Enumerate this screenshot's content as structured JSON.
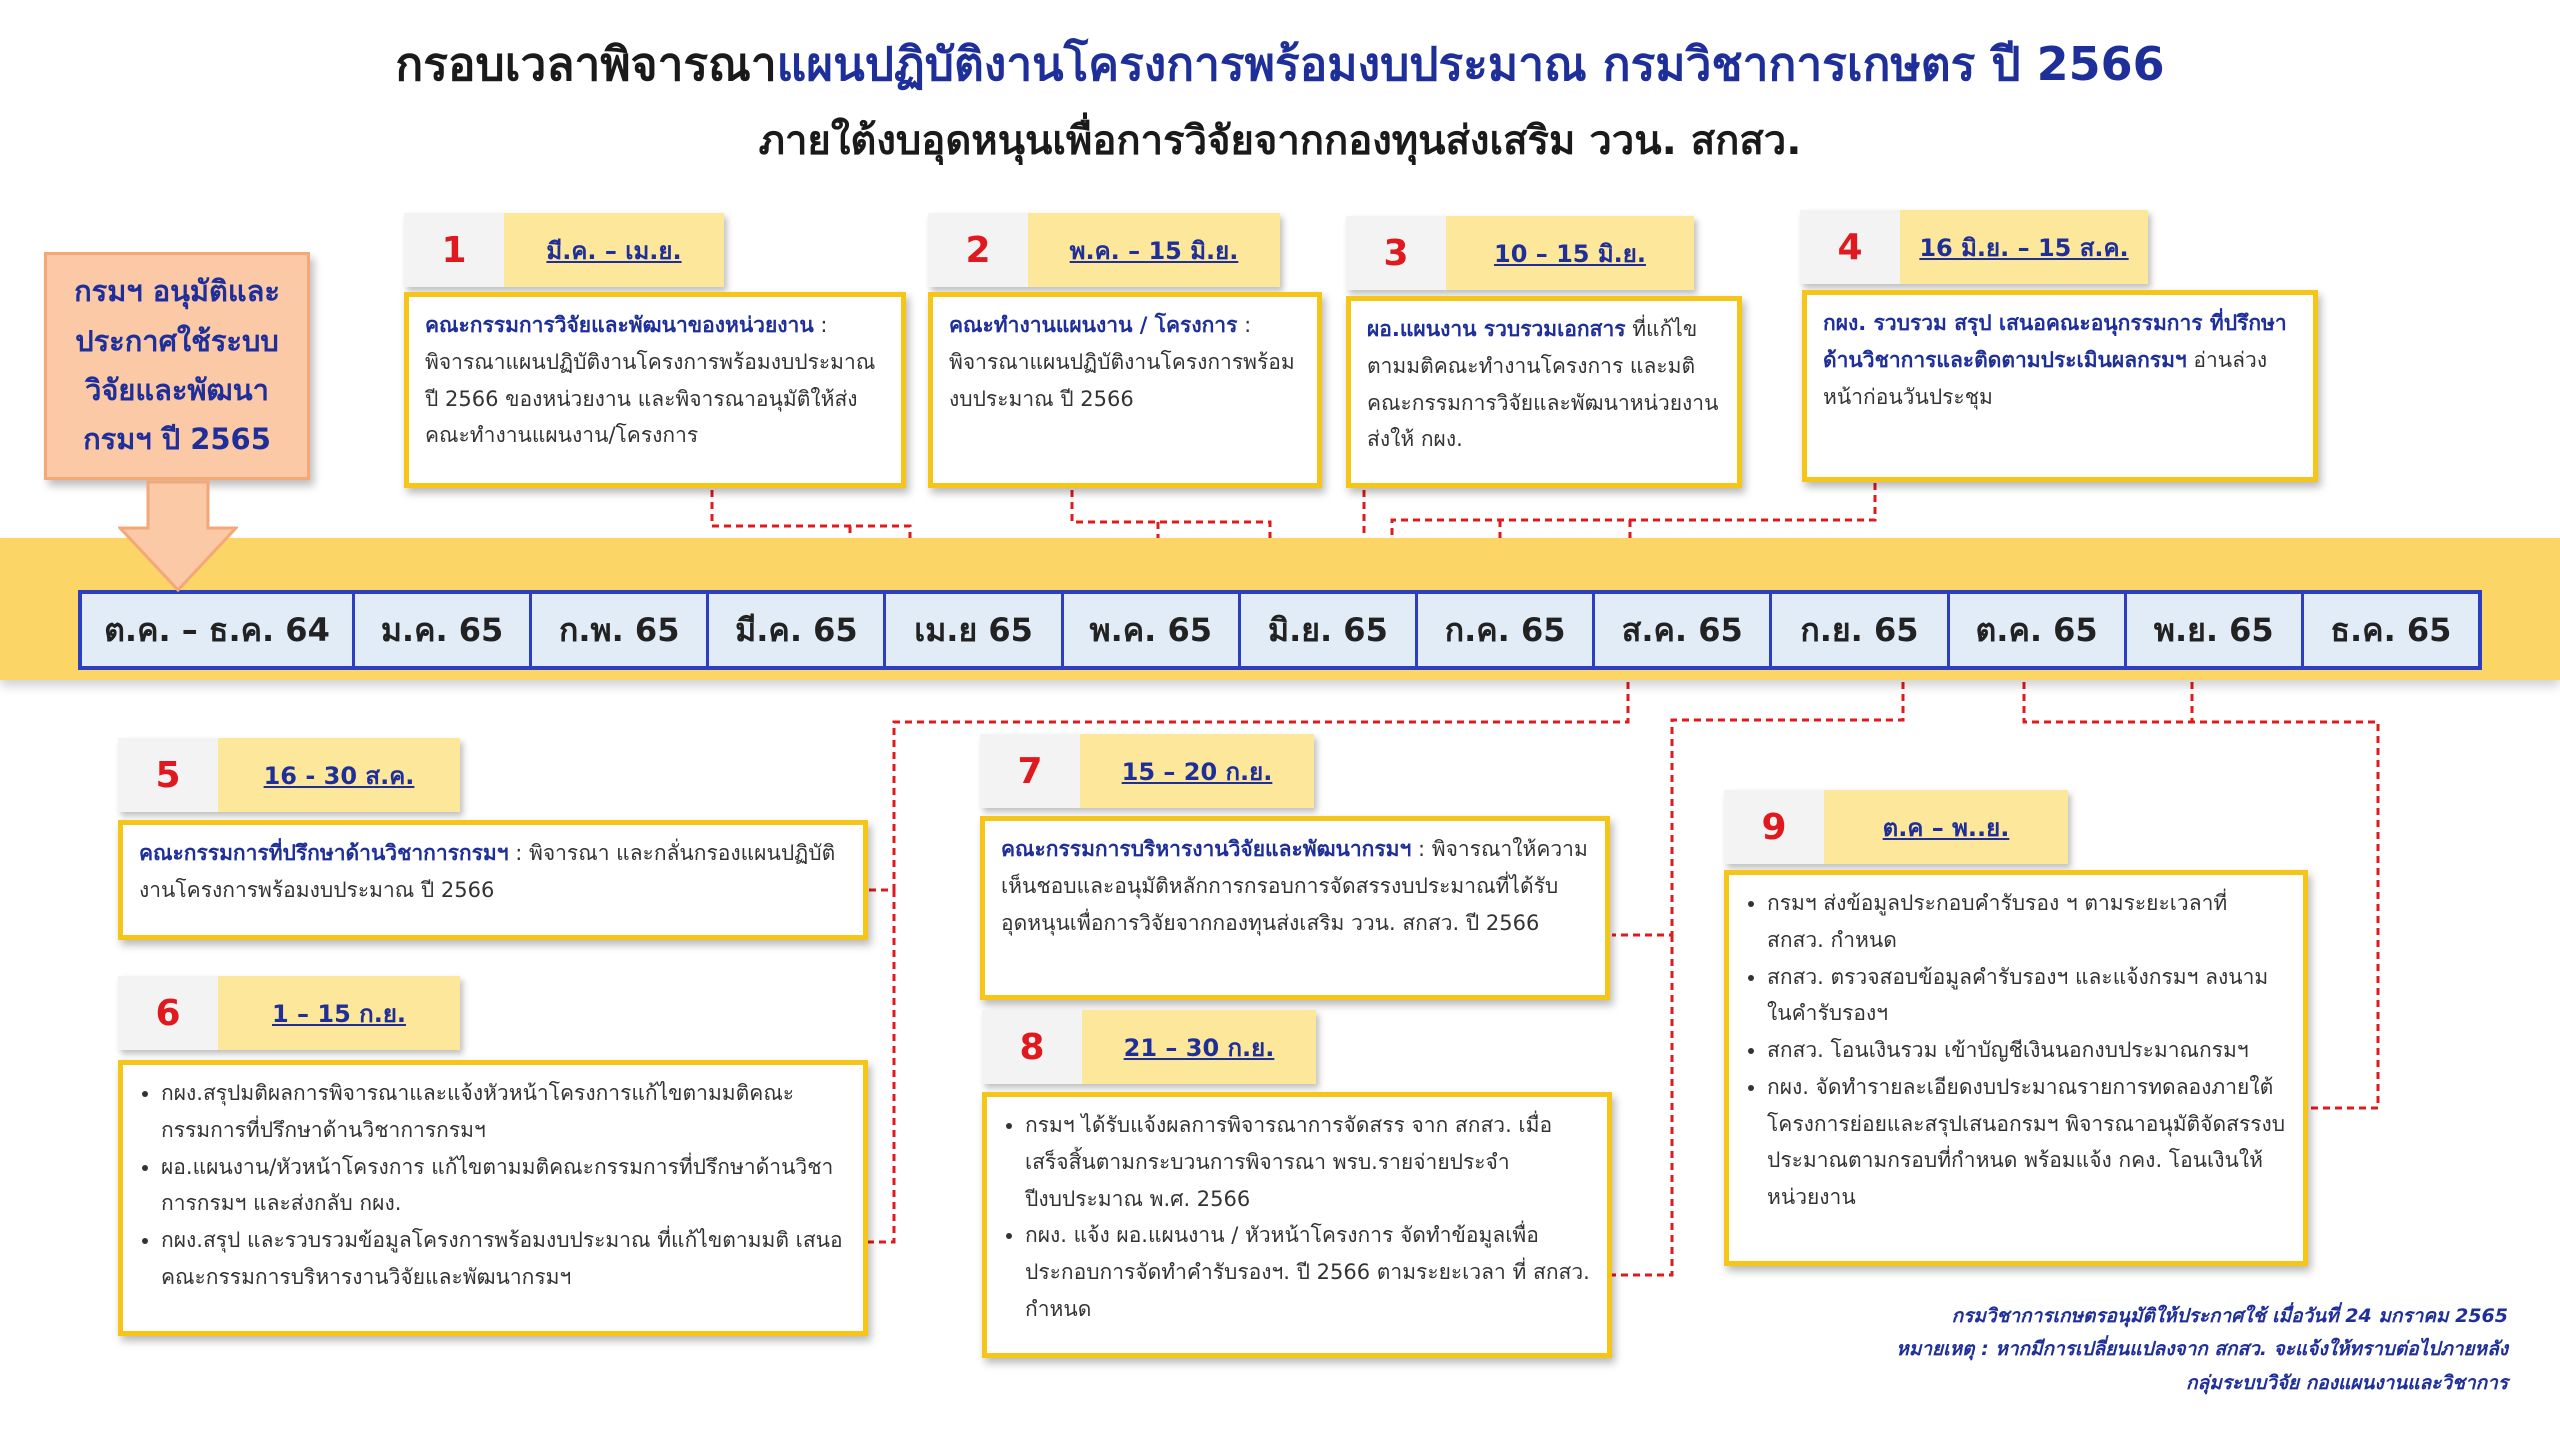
{
  "header": {
    "title_prefix": "กรอบเวลาพิจารณา",
    "title_highlight": "แผนปฏิบัติงานโครงการพร้อมงบประมาณ กรมวิชาการเกษตร ปี 2566",
    "subtitle": "ภายใต้งบอุดหนุนเพื่อการวิจัยจากกองทุนส่งเสริม ววน. สกสว."
  },
  "approval_note": "กรมฯ อนุมัติและประกาศใช้ระบบวิจัยและพัฒนา กรมฯ ปี 2565",
  "timeline": [
    "ต.ค. – ธ.ค. 64",
    "ม.ค. 65",
    "ก.พ. 65",
    "มี.ค. 65",
    "เม.ย 65",
    "พ.ค. 65",
    "มิ.ย. 65",
    "ก.ค. 65",
    "ส.ค. 65",
    "ก.ย. 65",
    "ต.ค. 65",
    "พ.ย. 65",
    "ธ.ค. 65"
  ],
  "steps": [
    {
      "num": "1",
      "dates": "มี.ค. – เม.ย.",
      "lead": "คณะกรรมการวิจัยและพัฒนาของหน่วยงาน",
      "text": " : พิจารณาแผนปฏิบัติงานโครงการพร้อมงบประมาณ ปี 2566 ของหน่วยงาน และพิจารณาอนุมัติให้ส่งคณะทำงานแผนงาน/โครงการ"
    },
    {
      "num": "2",
      "dates": "พ.ค. – 15 มิ.ย.",
      "lead": "คณะทำงานแผนงาน / โครงการ",
      "text": " : พิจารณาแผนปฏิบัติงานโครงการพร้อมงบประมาณ ปี 2566"
    },
    {
      "num": "3",
      "dates": "10 – 15 มิ.ย.",
      "lead": "ผอ.แผนงาน รวบรวมเอกสาร",
      "text": " ที่แก้ไขตามมติคณะทำงานโครงการ และมติคณะกรรมการวิจัยและพัฒนาหน่วยงาน ส่งให้ กผง."
    },
    {
      "num": "4",
      "dates": "16 มิ.ย. – 15 ส.ค.",
      "lead": "กผง. รวบรวม สรุป เสนอคณะอนุกรรมการ ที่ปรึกษาด้านวิชาการและติดตามประเมินผลกรมฯ",
      "text": " อ่านล่วงหน้าก่อนวันประชุม"
    },
    {
      "num": "5",
      "dates": "16 - 30 ส.ค.",
      "lead": "คณะกรรมการที่ปรึกษาด้านวิชาการกรมฯ",
      "text": " : พิจารณา และกลั่นกรองแผนปฏิบัติงานโครงการพร้อมงบประมาณ ปี 2566"
    },
    {
      "num": "6",
      "dates": "1 – 15 ก.ย.",
      "bullets": [
        "กผง.สรุปมติผลการพิจารณาและแจ้งหัวหน้าโครงการแก้ไขตามมติคณะกรรมการที่ปรึกษาด้านวิชาการกรมฯ",
        "ผอ.แผนงาน/หัวหน้าโครงการ แก้ไขตามมติคณะกรรมการที่ปรึกษาด้านวิชาการกรมฯ และส่งกลับ กผง.",
        "กผง.สรุป และรวบรวมข้อมูลโครงการพร้อมงบประมาณ ที่แก้ไขตามมติ เสนอคณะกรรมการบริหารงานวิจัยและพัฒนากรมฯ"
      ]
    },
    {
      "num": "7",
      "dates": "15 – 20 ก.ย.",
      "lead": "คณะกรรมการบริหารงานวิจัยและพัฒนากรมฯ",
      "text": " : พิจารณาให้ความเห็นชอบและอนุมัติหลักการกรอบการจัดสรรงบประมาณที่ได้รับอุดหนุนเพื่อการวิจัยจากกองทุนส่งเสริม ววน. สกสว. ปี 2566"
    },
    {
      "num": "8",
      "dates": "21 – 30 ก.ย.",
      "bullets": [
        "กรมฯ ได้รับแจ้งผลการพิจารณาการจัดสรร จาก สกสว. เมื่อเสร็จสิ้นตามกระบวนการพิจารณา พรบ.รายจ่ายประจำปีงบประมาณ พ.ศ. 2566",
        "กผง. แจ้ง ผอ.แผนงาน / หัวหน้าโครงการ จัดทำข้อมูลเพื่อประกอบการจัดทำคำรับรองฯ. ปี 2566 ตามระยะเวลา ที่ สกสว. กำหนด"
      ]
    },
    {
      "num": "9",
      "dates": "ต.ค – พ..ย.",
      "bullets": [
        "กรมฯ ส่งข้อมูลประกอบคำรับรอง ฯ ตามระยะเวลาที่ สกสว. กำหนด",
        "สกสว. ตรวจสอบข้อมูลคำรับรองฯ และแจ้งกรมฯ ลงนามในคำรับรองฯ",
        "สกสว. โอนเงินรวม เข้าบัญชีเงินนอกงบประมาณกรมฯ",
        "กผง. จัดทำรายละเอียดงบประมาณรายการทดลองภายใต้โครงการย่อยและสรุปเสนอกรมฯ พิจารณาอนุมัติจัดสรรงบประมาณตามกรอบที่กำหนด พร้อมแจ้ง กคง. โอนเงินให้หน่วยงาน"
      ]
    }
  ],
  "footer": [
    "กรมวิชาการเกษตรอนุมัติให้ประกาศใช้ เมื่อวันที่ 24 มกราคม 2565",
    "หมายเหตุ : หากมีการเปลี่ยนแปลงจาก สกสว. จะแจ้งให้ทราบต่อไปภายหลัง",
    "กลุ่มระบบวิจัย กองแผนงานและวิชาการ"
  ],
  "colors": {
    "timeline_band": "#fbd565",
    "month_border": "#2b3fc0",
    "month_fill": "#e2ecf7",
    "box_border": "#f5c518",
    "heading_blue": "#1f2f9a",
    "step_number_red": "#e0191e",
    "connector_red": "#e0191e"
  }
}
